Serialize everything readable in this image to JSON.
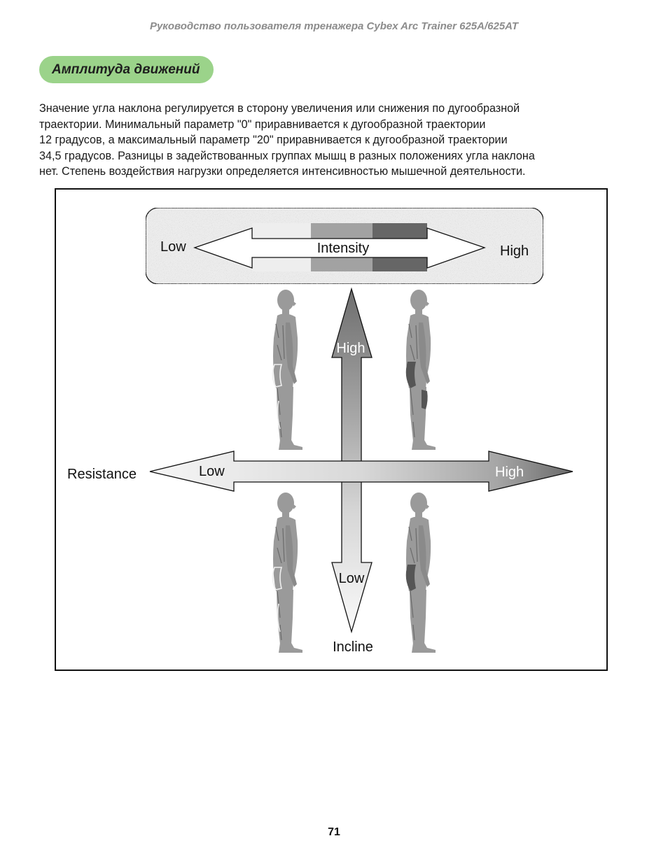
{
  "header": {
    "running_title": "Руководство пользователя тренажера Cybex Arc Trainer 625A/625AT"
  },
  "section": {
    "title": "Амплитуда движений"
  },
  "body": {
    "lines": [
      "Значение угла наклона регулируется в сторону увеличения или снижения по дугообразной",
      "траектории. Минимальный параметр \"0\" приравнивается к дугообразной траектории",
      "12 градусов, а максимальный параметр \"20\" приравнивается к дугообразной траектории",
      "34,5 градусов. Разницы в задействованных группах мышц в разных положениях угла наклона",
      "нет. Степень воздействия нагрузки определяется интенсивностью мышечной деятельности."
    ]
  },
  "figure": {
    "intensity": {
      "label": "Intensity",
      "low": "Low",
      "high": "High"
    },
    "resistance": {
      "label": "Resistance",
      "low": "Low",
      "high": "High"
    },
    "incline": {
      "label": "Incline",
      "low": "Low",
      "high": "High"
    },
    "colors": {
      "intensity_light": "#eeeeee",
      "intensity_mid": "#a2a2a2",
      "intensity_dark": "#666666",
      "body_gray": "#9a9a9a",
      "muscle_dark": "#555555"
    }
  },
  "footer": {
    "page_number": "71"
  }
}
